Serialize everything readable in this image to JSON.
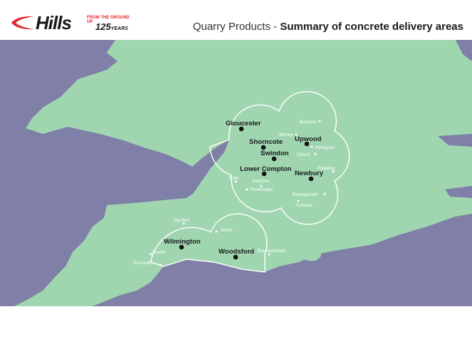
{
  "header": {
    "logo": {
      "wordmark": "Hills",
      "tagline": "FROM THE GROUND UP",
      "anniversary": "125",
      "years_label": "YEARS"
    },
    "title_prefix": "Quarry Products - ",
    "title_bold": "Summary of concrete delivery areas"
  },
  "colors": {
    "sea": "#7f7fa8",
    "land": "#9fd6b0",
    "boundary": "#ffffff",
    "brand_red": "#e3262d"
  },
  "map": {
    "major_sites": [
      {
        "id": "gloucester",
        "name": "Gloucester"
      },
      {
        "id": "shorncote",
        "name": "Shorncote"
      },
      {
        "id": "swindon",
        "name": "Swindon"
      },
      {
        "id": "upwood",
        "name": "Upwood"
      },
      {
        "id": "lower-compton",
        "name": "Lower Compton"
      },
      {
        "id": "newbury",
        "name": "Newbury"
      },
      {
        "id": "wilmington",
        "name": "Wilmington"
      },
      {
        "id": "woodsford",
        "name": "Woodsford"
      }
    ],
    "towns": [
      {
        "id": "bicester",
        "name": "Bicester"
      },
      {
        "id": "witney",
        "name": "Witney"
      },
      {
        "id": "abingdon",
        "name": "Abingdon"
      },
      {
        "id": "didcot",
        "name": "Didcot"
      },
      {
        "id": "reading",
        "name": "Reading"
      },
      {
        "id": "bath",
        "name": "Bath"
      },
      {
        "id": "devizes",
        "name": "Devizes"
      },
      {
        "id": "trowbridge",
        "name": "Trowbridge"
      },
      {
        "id": "basingstoke",
        "name": "Basingstoke"
      },
      {
        "id": "andover",
        "name": "Andover"
      },
      {
        "id": "taunton",
        "name": "Taunton"
      },
      {
        "id": "yeovil",
        "name": "Yeovil"
      },
      {
        "id": "exeter",
        "name": "Exeter"
      },
      {
        "id": "exmouth",
        "name": "Exmouth"
      },
      {
        "id": "bournemouth",
        "name": "Bournemouth"
      }
    ]
  }
}
